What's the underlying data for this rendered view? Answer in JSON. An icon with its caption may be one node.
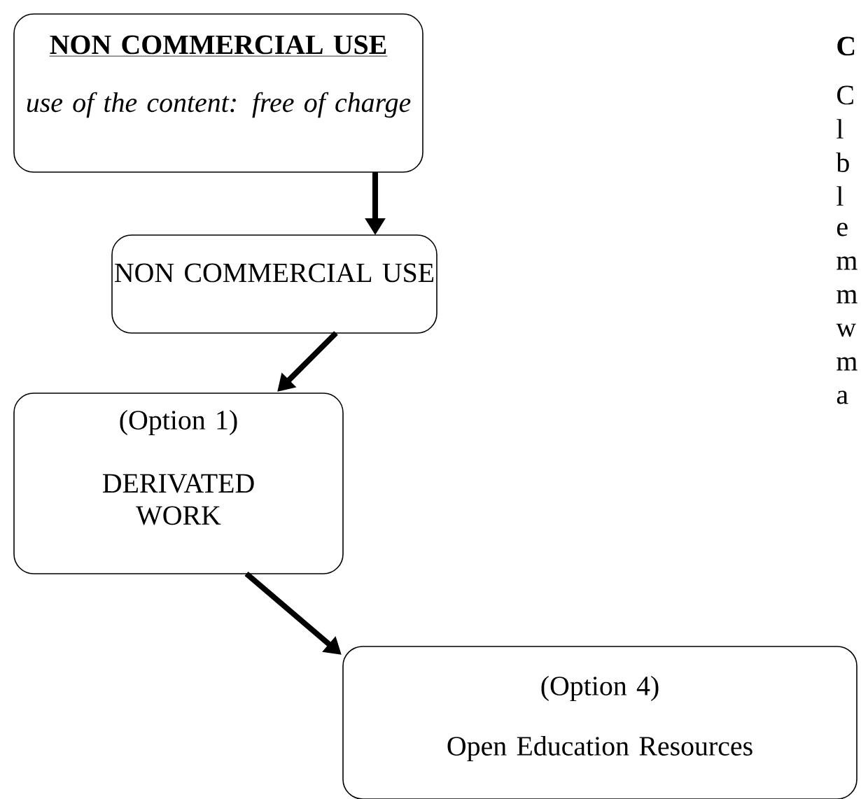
{
  "diagram": {
    "nodes": [
      {
        "text": [
          "NON COMMERCIAL USE",
          "use of the content: free of charge"
        ]
      },
      {
        "text": [
          "NON COMMERCIAL USE"
        ]
      },
      {
        "text": [
          "(Option 1)",
          "DERIVATED WORK"
        ]
      },
      {
        "text": [
          "(Option 4)",
          "Open Education Resources"
        ]
      }
    ],
    "edges": [
      {
        "from": 0,
        "to": 1,
        "arrow": "to"
      },
      {
        "from": 1,
        "to": 2,
        "arrow": "to"
      },
      {
        "from": 2,
        "to": 3,
        "arrow": "to"
      }
    ],
    "labels": [
      "C",
      "C",
      "l",
      "b",
      "l",
      "e",
      "m",
      "m",
      "w",
      "m",
      "a"
    ]
  }
}
